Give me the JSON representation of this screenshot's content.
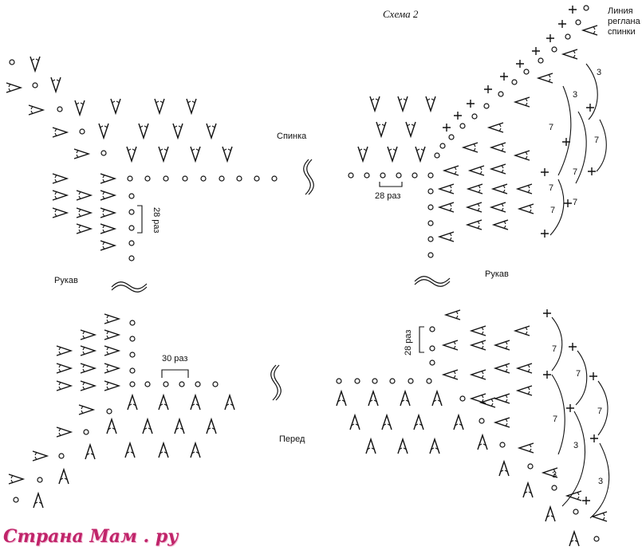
{
  "title": "Схема 2",
  "labels": {
    "back": "Спинка",
    "sleeve": "Рукав",
    "front": "Перед",
    "raglan_line": [
      "Линия",
      "реглана",
      "спинки"
    ]
  },
  "repeats": {
    "tl": "28 раз",
    "tr": "28 раз",
    "bl": "30 раз",
    "br": "28 раз"
  },
  "chain_numbers_right_top": [
    "3",
    "3",
    "7",
    "7",
    "7",
    "7",
    "7",
    "7"
  ],
  "chain_numbers_right_bottom": [
    "7",
    "7",
    "7",
    "7",
    "3",
    "3",
    "3"
  ],
  "watermark": "Страна Мам . ру",
  "symbols": {
    "dc": "double-crochet-V",
    "ch": "chain-circle",
    "sc": "single-crochet-plus"
  }
}
